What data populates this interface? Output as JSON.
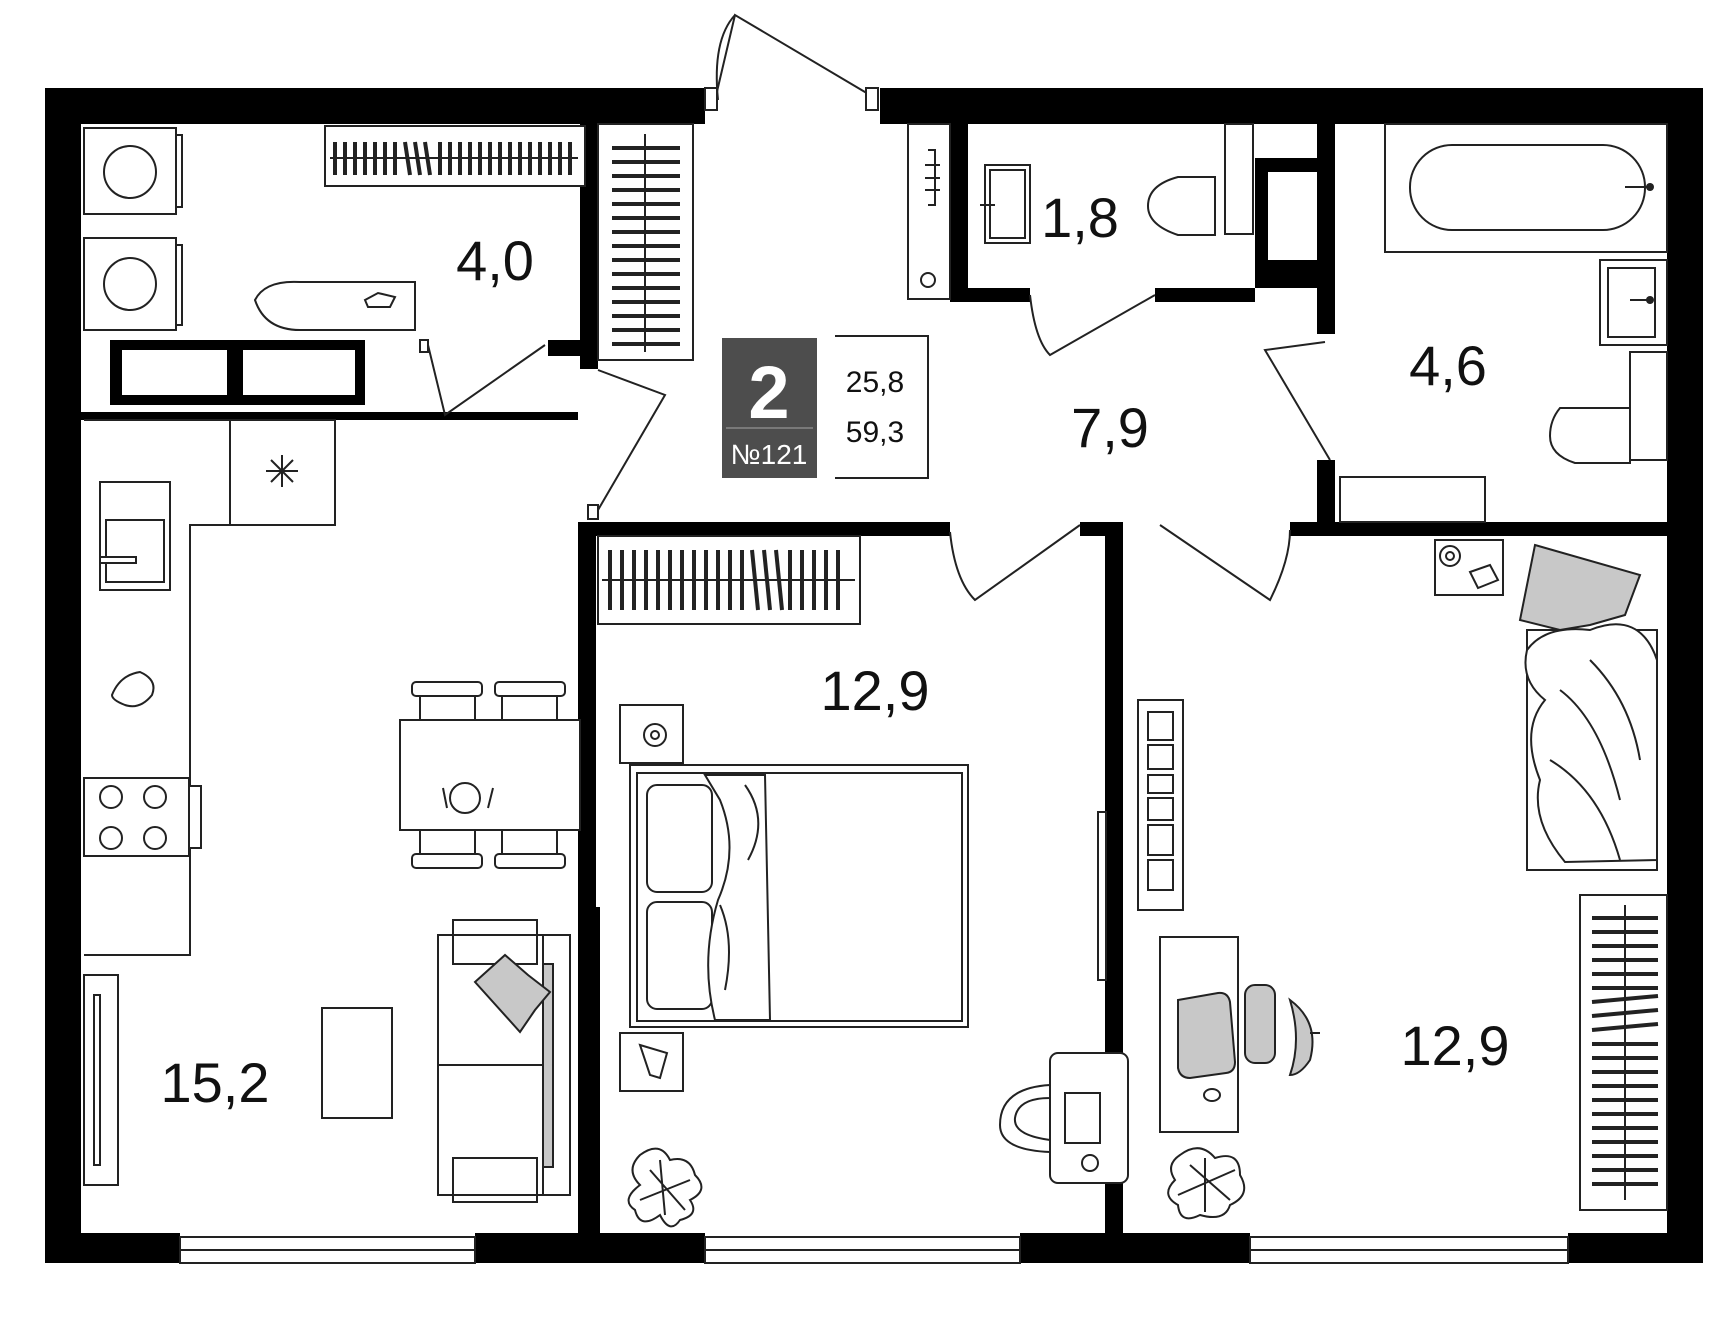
{
  "apartment": {
    "rooms_count": "2",
    "number": "№121",
    "living_area": "25,8",
    "total_area": "59,3"
  },
  "rooms": {
    "laundry": "4,0",
    "wc": "1,8",
    "hall": "7,9",
    "bathroom": "4,6",
    "kitchen_living": "15,2",
    "bedroom_1": "12,9",
    "bedroom_2": "12,9"
  },
  "colors": {
    "wall": "#000000",
    "badge": "#4d4d4d",
    "furniture_fill": "#c8c8c8"
  }
}
